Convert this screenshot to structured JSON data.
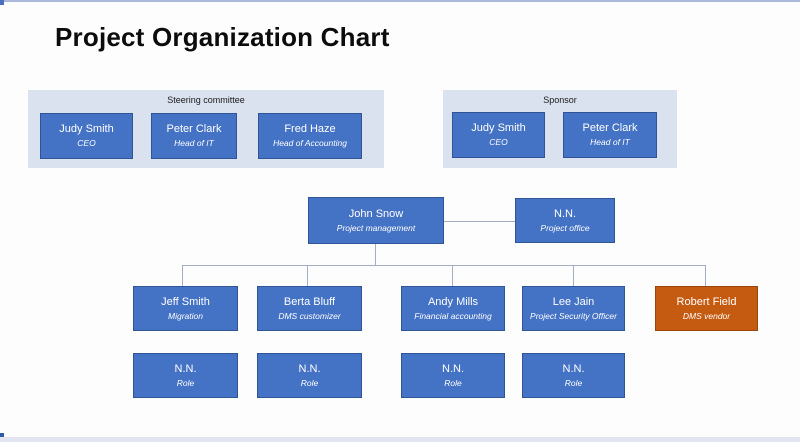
{
  "title": "Project Organization Chart",
  "groups": [
    {
      "label": "Steering committee",
      "members": [
        {
          "name": "Judy Smith",
          "role": "CEO"
        },
        {
          "name": "Peter Clark",
          "role": "Head of IT"
        },
        {
          "name": "Fred Haze",
          "role": "Head of Accounting"
        }
      ]
    },
    {
      "label": "Sponsor",
      "members": [
        {
          "name": "Judy Smith",
          "role": "CEO"
        },
        {
          "name": "Peter Clark",
          "role": "Head of IT"
        }
      ]
    }
  ],
  "management": {
    "lead": {
      "name": "John Snow",
      "role": "Project management"
    },
    "office": {
      "name": "N.N.",
      "role": "Project office"
    }
  },
  "team": [
    {
      "name": "Jeff Smith",
      "role": "Migration",
      "color": "blue"
    },
    {
      "name": "Berta Bluff",
      "role": "DMS customizer",
      "color": "blue"
    },
    {
      "name": "Andy Mills",
      "role": "Financial accounting",
      "color": "blue"
    },
    {
      "name": "Lee Jain",
      "role": "Project Security Officer",
      "color": "blue"
    },
    {
      "name": "Robert Field",
      "role": "DMS vendor",
      "color": "orange"
    }
  ],
  "placeholders": [
    {
      "name": "N.N.",
      "role": "Role"
    },
    {
      "name": "N.N.",
      "role": "Role"
    },
    {
      "name": "N.N.",
      "role": "Role"
    },
    {
      "name": "N.N.",
      "role": "Role"
    }
  ],
  "colors": {
    "node_blue": "#4472c4",
    "node_blue_border": "#2f5597",
    "node_orange": "#c55a11",
    "node_orange_border": "#9c4509",
    "group_background": "#dbe2ef",
    "connector": "#a3aec2",
    "title_text": "#0c0c0c",
    "node_text": "#ffffff"
  }
}
